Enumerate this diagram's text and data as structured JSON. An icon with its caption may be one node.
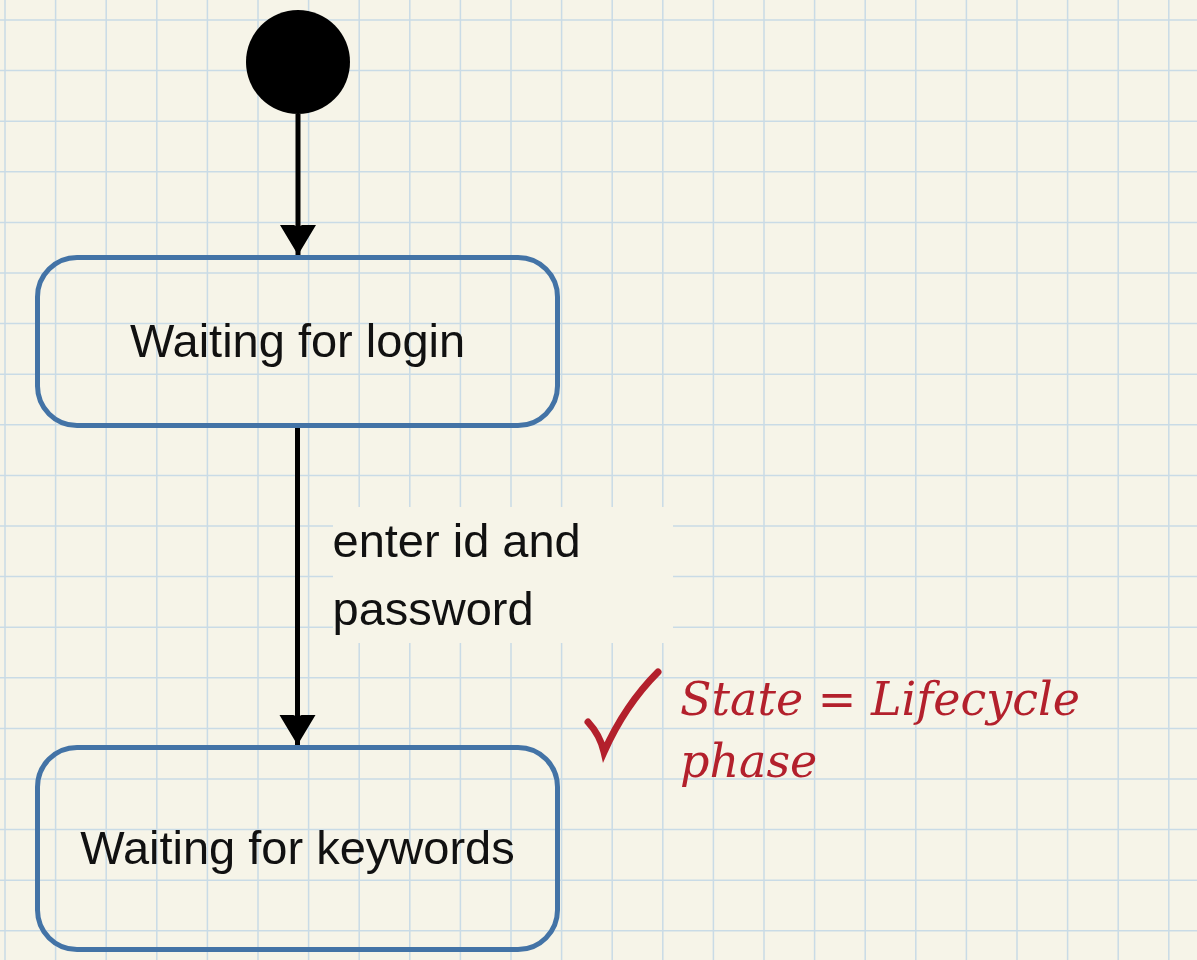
{
  "diagram": {
    "nodes": [
      {
        "text": [],
        "shape": "circle"
      },
      {
        "text": [
          "Waiting for login"
        ]
      },
      {
        "text": [
          "Waiting for keywords"
        ]
      }
    ],
    "edges": [
      {
        "from": 0,
        "to": 1,
        "arrow": "to"
      },
      {
        "from": 1,
        "to": 2,
        "arrow": "to",
        "label": "enter id and password"
      }
    ],
    "labels": [
      "State = Lifecycle phase"
    ]
  }
}
